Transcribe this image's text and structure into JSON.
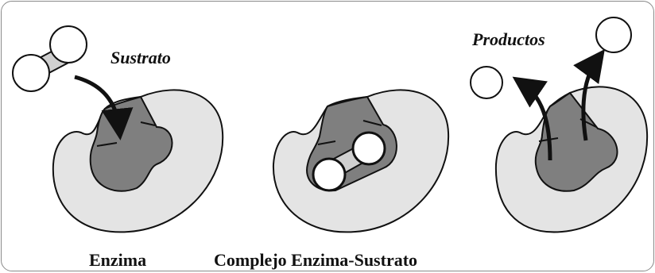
{
  "labels": {
    "substrate": "Sustrato",
    "products": "Productos",
    "enzyme": "Enzima",
    "complex": "Complejo Enzima-Sustrato"
  },
  "colors": {
    "enzyme_fill": "#e4e4e4",
    "active_site_fill": "#7f7f7f",
    "outline": "#111111",
    "molecule_fill": "#ffffff",
    "substrate_bond": "#d0d0d0"
  }
}
